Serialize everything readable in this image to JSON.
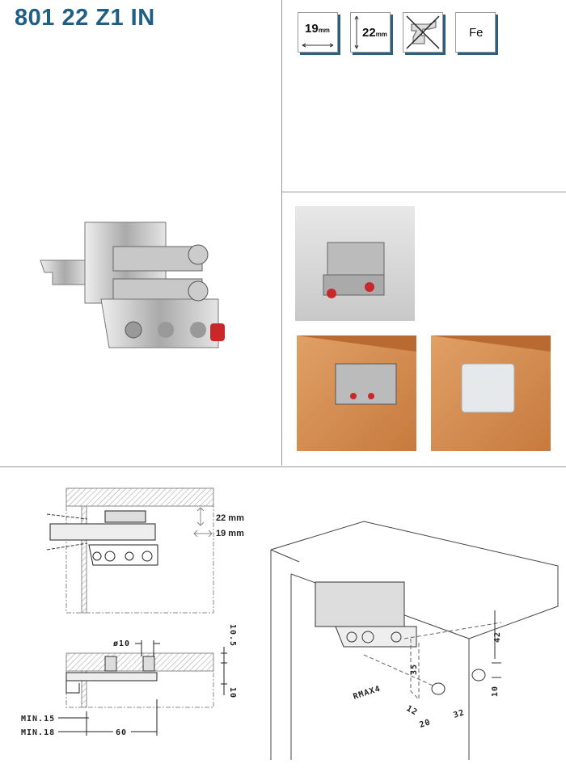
{
  "product": {
    "code": "801 22 Z1 IN"
  },
  "icons": [
    {
      "name": "panel-thickness-19",
      "value": "19",
      "unit": "mm"
    },
    {
      "name": "panel-thickness-22",
      "value": "22",
      "unit": "mm"
    },
    {
      "name": "no-drill-icon"
    },
    {
      "name": "material",
      "value": "Fe"
    }
  ],
  "drawing_top": {
    "labels": [
      "22 mm",
      "19 mm"
    ]
  },
  "drawing_side": {
    "diameter": "ø10",
    "dim_top": "10.5",
    "dim_bottom": "10",
    "min15": "MIN.15",
    "min18": "MIN.18",
    "width": "60"
  },
  "drawing_iso": {
    "d42": "42",
    "d35": "35",
    "d10": "10",
    "rmax": "RMAX4",
    "d12": "12",
    "d20": "20",
    "d32": "32"
  }
}
